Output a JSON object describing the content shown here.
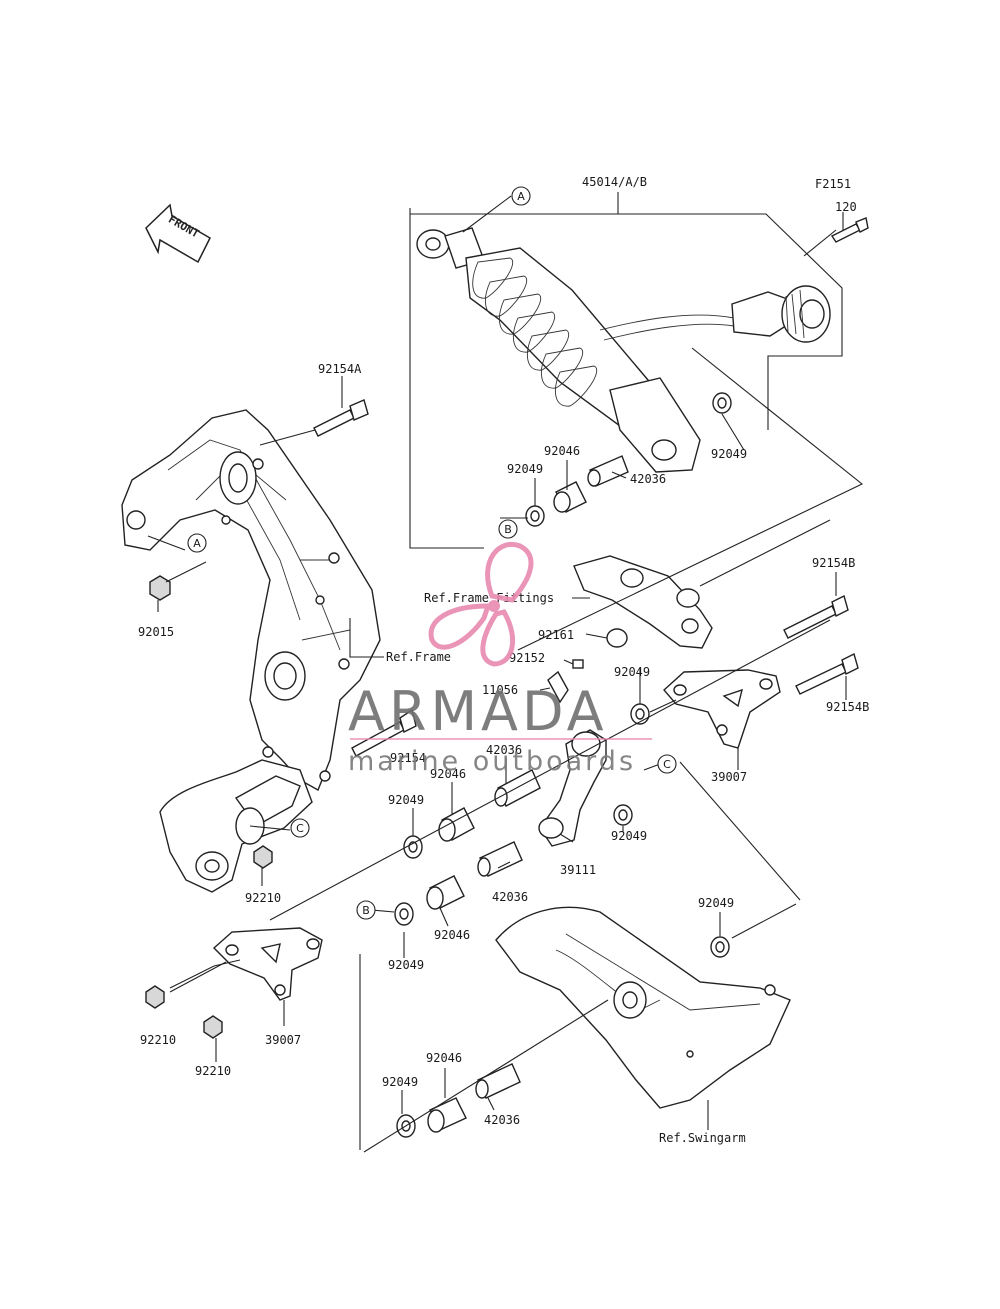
{
  "diagram": {
    "code": "F2151",
    "front_arrow_text": "FRONT",
    "colors": {
      "line": "#222222",
      "watermark_pink": "#e889b0",
      "watermark_gray": "#6f6f6f"
    },
    "refs": {
      "frame": "Ref.Frame",
      "frame_fittings": "Ref.Frame Fittings",
      "swingarm": "Ref.Swingarm"
    },
    "markers": [
      "A",
      "A",
      "B",
      "B",
      "C",
      "C"
    ],
    "parts": {
      "shock": "45014/A/B",
      "bolt_120": "120",
      "bolt_92154A": "92154A",
      "nut_92015": "92015",
      "bolt_92154B_top": "92154B",
      "bolt_92154B_side": "92154B",
      "bolt_92154": "92154",
      "collar_92161": "92161",
      "clamp_92152": "92152",
      "clamp_11056": "11056",
      "seal_top_right": "92049",
      "seal_top_left": "92049",
      "bearing_top": "92046",
      "sleeve_top": "42036",
      "seal_mid_right": "92049",
      "plate_right": "39007",
      "sleeve_mid": "42036",
      "bearing_mid": "92046",
      "seal_mid_left": "92049",
      "seal_mid_lower": "92049",
      "link_39111": "39111",
      "sleeve_lower": "42036",
      "bearing_lower": "92046",
      "seal_lower": "92049",
      "nut_92210_a": "92210",
      "nut_92210_b": "92210",
      "nut_92210_c": "92210",
      "plate_left": "39007",
      "seal_swingarm": "92049",
      "seal_bottom": "92049",
      "bearing_bottom": "92046",
      "sleeve_bottom": "42036"
    }
  },
  "watermark": {
    "brand": "ARMADA",
    "tagline": "marine outboards"
  }
}
